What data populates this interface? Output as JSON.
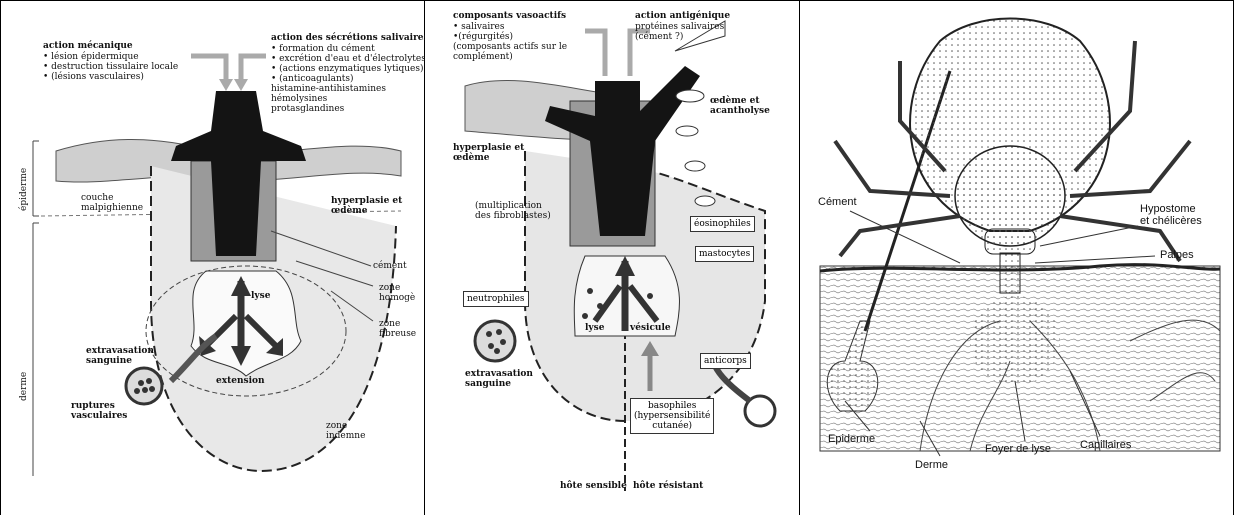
{
  "panel1": {
    "action_meca_title": "action mécanique",
    "action_meca_items": [
      "• lésion épidermique",
      "• destruction tissulaire locale",
      "• (lésions vasculaires)"
    ],
    "action_salive_title": "action des sécrétions salivaires",
    "action_salive_items": [
      "• formation du cément",
      "• excrétion d'eau et d'électrolytes",
      "• (actions enzymatiques lytiques)",
      "• (anticoagulants)",
      "histamine-antihistamines",
      "hémolysines",
      "protasglandines"
    ],
    "epiderme": "épiderme",
    "derme": "derme",
    "couche_l1": "couche",
    "couche_l2": "malpighienne",
    "hyperplasie_l1": "hyperplasie et",
    "hyperplasie_l2": "œdème",
    "cement": "cément",
    "zone_homog_l1": "zone",
    "zone_homog_l2": "homogè",
    "zone_fib_l1": "zone",
    "zone_fib_l2": "fibreuse",
    "lyse": "lyse",
    "extravasation_l1": "extravasation",
    "extravasation_l2": "sanguine",
    "extension": "extension",
    "ruptures_l1": "ruptures",
    "ruptures_l2": "vasculaires",
    "zone_indemne_l1": "zone",
    "zone_indemne_l2": "indemne"
  },
  "panel2": {
    "composants_title_l1": "composants vasoactifs",
    "composants_items": [
      "• salivaires",
      "•(régurgités)",
      "(composants actifs sur le",
      "complément)"
    ],
    "antigenique_title": "action antigénique",
    "antigenique_items": [
      "protéines salivaires",
      "(cément ?)"
    ],
    "oedeme_l1": "œdème et",
    "oedeme_l2": "acantholyse",
    "hyperplasie_l1": "hyperplasie et",
    "hyperplasie_l2": "œdème",
    "multiplication_l1": "(multiplication",
    "multiplication_l2": "des fibroblastes)",
    "eosinophiles": "éosinophiles",
    "mastocytes": "mastocytes",
    "neutrophiles": "neutrophiles",
    "lyse": "lyse",
    "vesicule": "vésicule",
    "extravasation_l1": "extravasation",
    "extravasation_l2": "sanguine",
    "anticorps": "anticorps",
    "basophiles_l1": "basophiles",
    "basophiles_l2": "(hypersensibilité",
    "basophiles_l3": "cutanée)",
    "hote_sensible": "hôte sensible",
    "hote_resistant": "hôte résistant"
  },
  "panel3": {
    "cement": "Cément",
    "hypostome_l1": "Hypostome",
    "hypostome_l2": "et chélicères",
    "palpes": "Palpes",
    "epiderme": "Epiderme",
    "derme": "Derme",
    "foyer": "Foyer de lyse",
    "capillaires": "Capillaires"
  }
}
